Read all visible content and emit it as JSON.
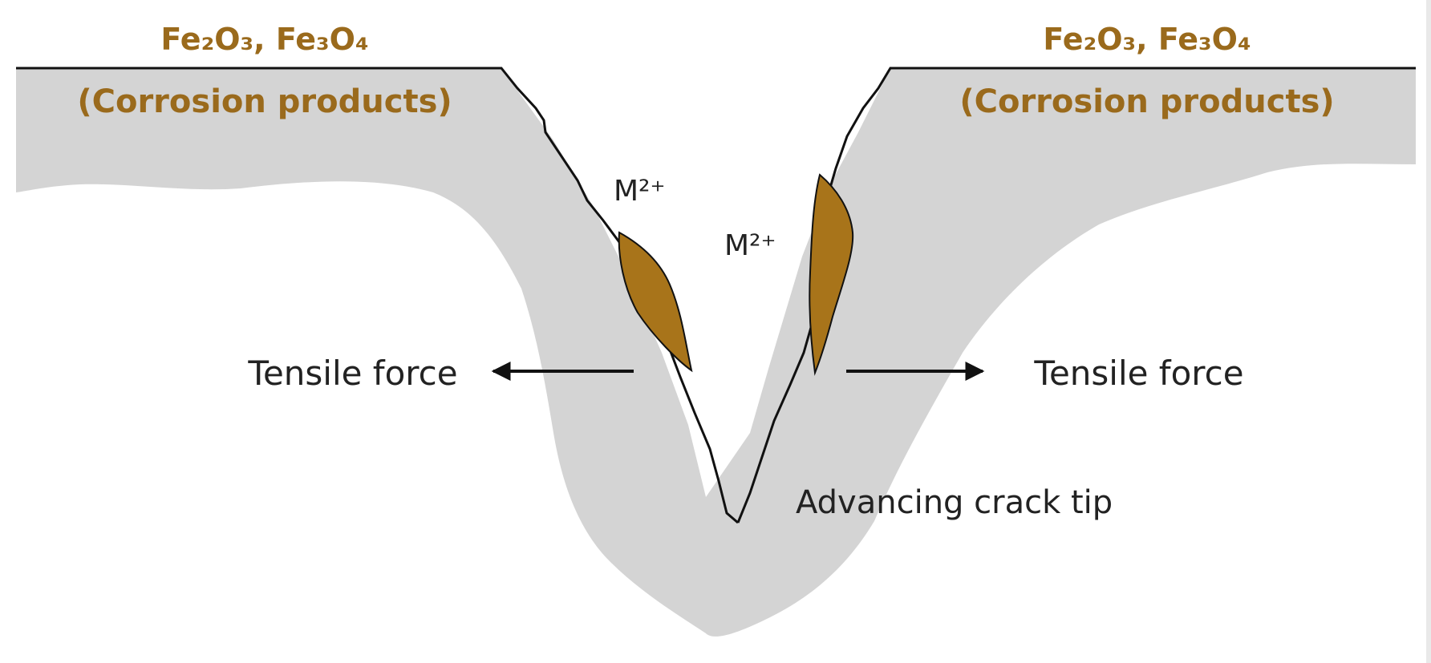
{
  "labels": {
    "left_formula": "Fe₂O₃, Fe₃O₄",
    "left_products": "(Corrosion products)",
    "right_formula": "Fe₂O₃, Fe₃O₄",
    "right_products": "(Corrosion products)",
    "ion_left": "M²⁺",
    "ion_right": "M²⁺",
    "force_left": "Tensile force",
    "force_right": "Tensile force",
    "crack_tip": "Advancing crack tip"
  },
  "colors": {
    "metal_region": "#d4d4d4",
    "corrosion_deposit": "#a8741a",
    "corrosion_text": "#9a6a1c",
    "outline": "#111111",
    "text": "#222222"
  }
}
